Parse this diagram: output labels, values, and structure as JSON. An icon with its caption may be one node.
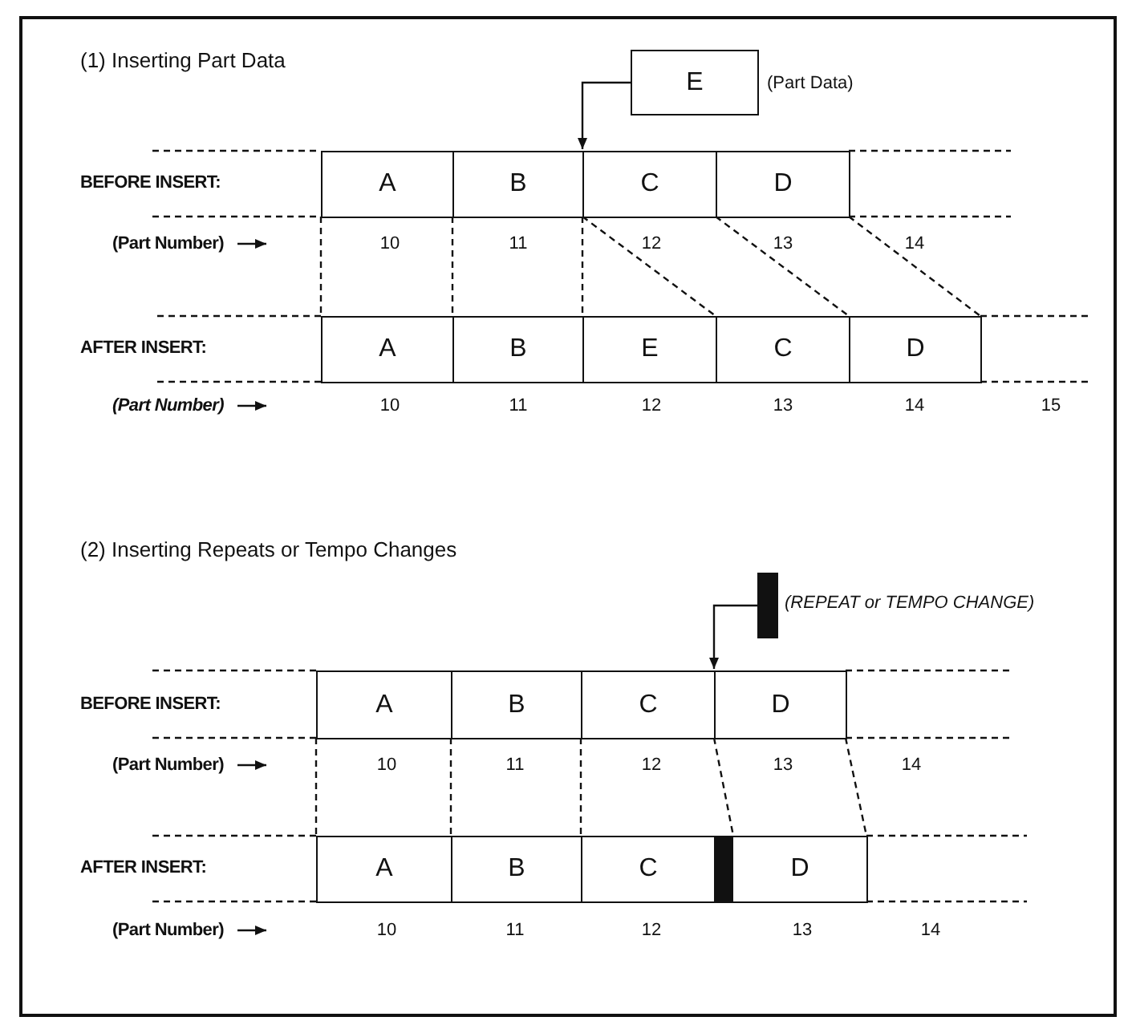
{
  "diagram": {
    "nodes": [
      {
        "text": [
          "E"
        ],
        "beside": [
          "(Part Data)"
        ]
      },
      {
        "text": [
          "A"
        ]
      },
      {
        "text": [
          "B"
        ]
      },
      {
        "text": [
          "C"
        ]
      },
      {
        "text": [
          "D"
        ]
      },
      {
        "text": [
          "A"
        ]
      },
      {
        "text": [
          "B"
        ]
      },
      {
        "text": [
          "E"
        ]
      },
      {
        "text": [
          "C"
        ]
      },
      {
        "text": [
          "D"
        ]
      },
      {
        "text": [],
        "shape": "bar",
        "beside": [
          "(REPEAT or TEMPO CHANGE)"
        ]
      },
      {
        "text": [
          "A"
        ]
      },
      {
        "text": [
          "B"
        ]
      },
      {
        "text": [
          "C"
        ]
      },
      {
        "text": [
          "D"
        ]
      },
      {
        "text": [
          "A"
        ]
      },
      {
        "text": [
          "B"
        ]
      },
      {
        "text": [
          "C"
        ]
      },
      {
        "text": [],
        "shape": "bar"
      },
      {
        "text": [
          "D"
        ]
      }
    ],
    "edges": [
      {
        "from": 0,
        "to": 3,
        "arrow": "to"
      },
      {
        "from": 10,
        "to": 14,
        "arrow": "to"
      }
    ],
    "labels": [
      "(1) Inserting Part Data",
      "BEFORE INSERT:",
      "(Part Number)",
      "10",
      "11",
      "12",
      "13",
      "14",
      "AFTER INSERT:",
      "(Part Number)",
      "10",
      "11",
      "12",
      "13",
      "14",
      "15",
      "(2) Inserting Repeats or Tempo Changes",
      "BEFORE INSERT:",
      "(Part Number)",
      "10",
      "11",
      "12",
      "13",
      "14",
      "AFTER INSERT:",
      "(Part Number)",
      "10",
      "11",
      "12",
      "13",
      "14"
    ]
  }
}
